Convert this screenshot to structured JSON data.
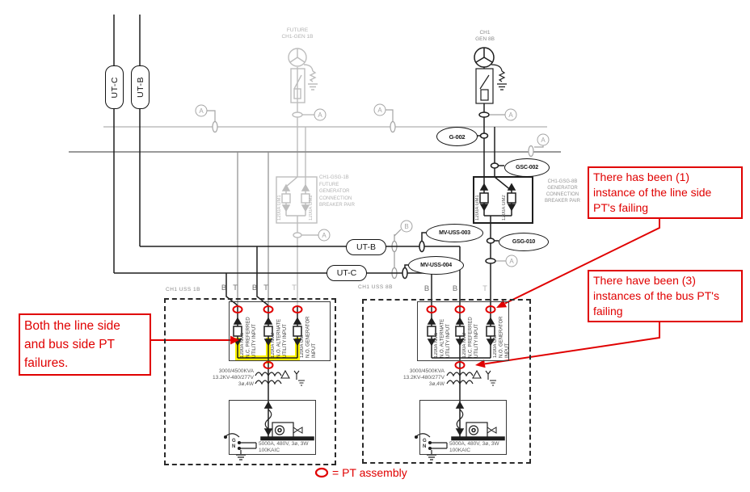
{
  "feeders": {
    "ut_c": "UT-C",
    "ut_b": "UT-B"
  },
  "generators": {
    "future": "FUTURE\nCH1-GEN 1B",
    "gen8b": "CH1\nGEN 8B"
  },
  "meters": {
    "ammeter": "A",
    "bmeter": "B"
  },
  "tags": {
    "g002": "G-002",
    "gsc002": "GSC-002",
    "gsg010": "GSG-010",
    "mv_uss_003": "MV-USS-003",
    "mv_uss_004": "MV-USS-004"
  },
  "breaker_pairs": {
    "gsg1b": {
      "label": "CH1-GSG-1B\nFUTURE\nGENERATOR\nCONNECTION\nBREAKER PAIR",
      "gm1": "1200A GM1",
      "gm2": "1200A GM2"
    },
    "gsg8b": {
      "label": "CH1-GSG-8B\nGENERATOR\nCONNECTION\nBREAKER PAIR",
      "gm1": "1200A GM1",
      "gm2": "1200A GM2"
    }
  },
  "uss1b": {
    "title": "CH1 USS 1B",
    "letters": [
      "B",
      "T",
      "B",
      "T",
      "T"
    ],
    "breaker1": "1200A NM1\nN.C. PREFERRED\nUTILITY INPUT",
    "breaker2": "1200A NM2\nN.O. ALTERNATE\nUTILITY INPUT",
    "breaker3": "1200A GM\nN.O. GENERATOR\nINPUT",
    "transformer": "3000/4500KVA\n13.2KV-480/277V\n3ø,4W",
    "switchboard": "5000A, 480V, 3ø, 3W\n100KAIC",
    "ground": "G\nN"
  },
  "uss8b": {
    "title": "CH1 USS 8B",
    "letters": [
      "B",
      "B",
      "T"
    ],
    "breaker1": "1200A NM1\nN.O. ALTERNATE\nUTILITY INPUT",
    "breaker2": "1200A NM2\nN.C. PREFERRED\nUTILITY INPUT",
    "breaker3": "1200A GM\nN.O. GENERATOR\nINPUT",
    "transformer": "3000/4500KVA\n13.2KV-480/277V\n3ø,4W",
    "switchboard": "5000A, 480V, 3ø, 3W\n100KAIC",
    "ground": "G\nN"
  },
  "annotations": {
    "left_note": "Both the line side\nand bus side PT\nfailures.",
    "line_side_note": "There has been (1)\ninstance of the line side\nPT's failing",
    "bus_note": "There have been (3)\ninstances of the bus PT's\nfailing",
    "legend": "= PT assembly"
  },
  "colors": {
    "annotation_red": "#e00000",
    "highlight_yellow": "#fff200"
  }
}
